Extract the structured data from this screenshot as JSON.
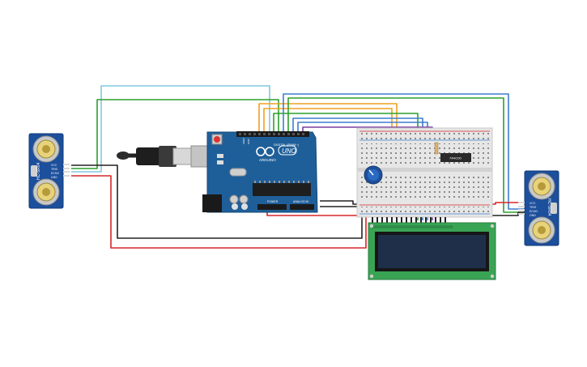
{
  "sensor_left": {
    "model": "HC-SR04",
    "pins": [
      "VCC",
      "TRIG",
      "ECHO",
      "GND"
    ]
  },
  "sensor_right": {
    "model": "HC-SR04",
    "pins": [
      "VCC",
      "TRIG",
      "ECHO",
      "GND"
    ]
  },
  "arduino": {
    "logo_text": "ARDUINO",
    "model": "UNO",
    "digital_label": "DIGITAL (PWM~)",
    "power_label": "POWER",
    "analog_label": "ANALOG IN",
    "aref": "AREF",
    "gnd": "GND"
  },
  "ic": {
    "label": "74HC00"
  },
  "colors": {
    "board_blue": "#1f5f99",
    "breadboard": "#e6e6e6",
    "lcd_pcb": "#3aa455",
    "lcd_screen": "#1f2f4a",
    "sensor_pcb": "#1c4f9c",
    "wire_red": "#d62728",
    "wire_black": "#222222",
    "wire_green": "#2ca02c",
    "wire_blue": "#3b7fd0",
    "wire_orange": "#f0a020",
    "wire_purple": "#7b3fa0",
    "wire_cyan": "#7fc8e0"
  }
}
